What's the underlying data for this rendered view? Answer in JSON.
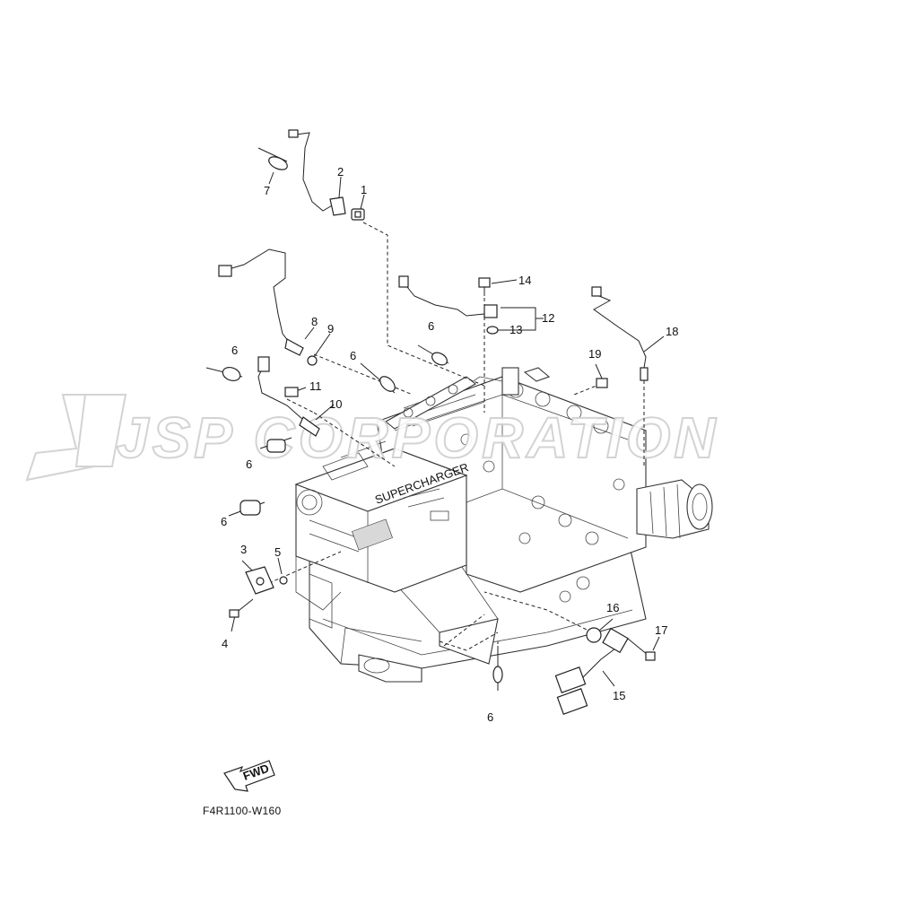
{
  "diagram": {
    "code": "F4R1100-W160",
    "fwd_label": "FWD",
    "watermark": "JSP CORPORATION",
    "callouts": [
      {
        "id": "c1",
        "label": "1"
      },
      {
        "id": "c2",
        "label": "2"
      },
      {
        "id": "c3",
        "label": "3"
      },
      {
        "id": "c4",
        "label": "4"
      },
      {
        "id": "c5",
        "label": "5"
      },
      {
        "id": "c6a",
        "label": "6"
      },
      {
        "id": "c6b",
        "label": "6"
      },
      {
        "id": "c6c",
        "label": "6"
      },
      {
        "id": "c6d",
        "label": "6"
      },
      {
        "id": "c6e",
        "label": "6"
      },
      {
        "id": "c6f",
        "label": "6"
      },
      {
        "id": "c7",
        "label": "7"
      },
      {
        "id": "c8",
        "label": "8"
      },
      {
        "id": "c9",
        "label": "9"
      },
      {
        "id": "c10",
        "label": "10"
      },
      {
        "id": "c11",
        "label": "11"
      },
      {
        "id": "c12",
        "label": "12"
      },
      {
        "id": "c13",
        "label": "13"
      },
      {
        "id": "c14",
        "label": "14"
      },
      {
        "id": "c15",
        "label": "15"
      },
      {
        "id": "c16",
        "label": "16"
      },
      {
        "id": "c17",
        "label": "17"
      },
      {
        "id": "c18",
        "label": "18"
      },
      {
        "id": "c19",
        "label": "19"
      }
    ]
  }
}
